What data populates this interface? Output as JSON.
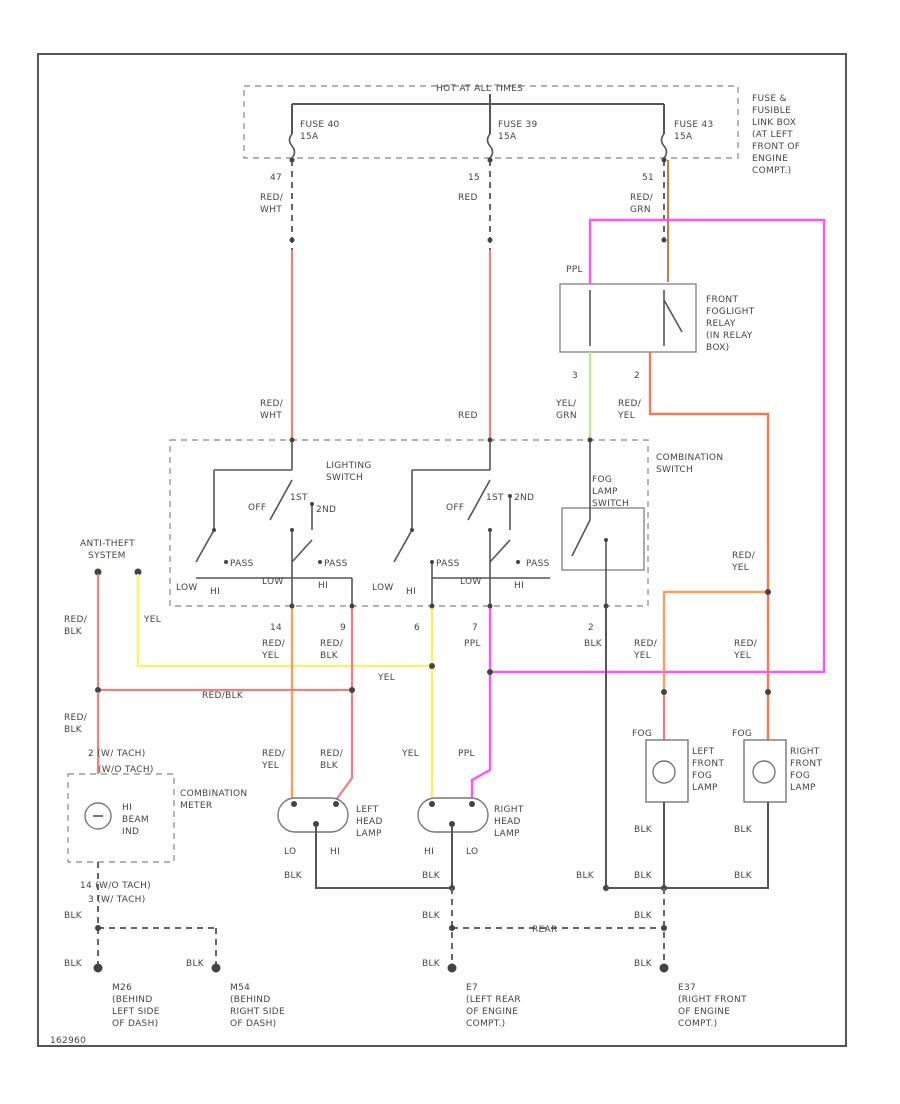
{
  "fuse_box": {
    "hot_label": "HOT AT ALL TIMES",
    "location": [
      "FUSE &",
      "FUSIBLE",
      "LINK BOX",
      "(AT LEFT",
      "FRONT OF",
      "ENGINE",
      "COMPT.)"
    ],
    "fuses": [
      {
        "name": "FUSE 40",
        "rating": "15A",
        "terminal": "47",
        "wire": [
          "RED/",
          "WHT"
        ]
      },
      {
        "name": "FUSE 39",
        "rating": "15A",
        "terminal": "15",
        "wire": [
          "RED"
        ]
      },
      {
        "name": "FUSE 43",
        "rating": "15A",
        "terminal": "51",
        "wire": [
          "RED/",
          "GRN"
        ]
      }
    ]
  },
  "relay": {
    "label": [
      "FRONT",
      "FOGLIGHT",
      "RELAY",
      "(IN RELAY",
      "BOX)"
    ],
    "ppl": "PPL",
    "pin_left": "3",
    "pin_right": "2",
    "wire_left": [
      "YEL/",
      "GRN"
    ],
    "wire_right": [
      "RED/",
      "YEL"
    ]
  },
  "combination_switch": {
    "label": [
      "COMBINATION",
      "SWITCH"
    ],
    "lighting_switch": [
      "LIGHTING",
      "SWITCH"
    ],
    "fog_switch": [
      "FOG",
      "LAMP",
      "SWITCH"
    ],
    "wire_in_left": [
      "RED/",
      "WHT"
    ],
    "wire_in_right": [
      "RED"
    ],
    "off": "OFF",
    "first": "1ST",
    "second": "2ND",
    "pass": "PASS",
    "low": "LOW",
    "hi": "HI"
  },
  "anti_theft": [
    "ANTI-THEFT",
    "SYSTEM"
  ],
  "wires": {
    "red_blk": [
      "RED/",
      "BLK"
    ],
    "yel": "YEL",
    "redblk_horizontal": "RED/BLK",
    "pins_bottom": [
      {
        "pin": "14",
        "wire": [
          "RED/",
          "YEL"
        ]
      },
      {
        "pin": "9",
        "wire": [
          "RED/",
          "BLK"
        ]
      },
      {
        "pin": "6",
        "wire": [
          "YEL"
        ]
      },
      {
        "pin": "7",
        "wire": [
          "PPL"
        ]
      },
      {
        "pin": "2",
        "wire": [
          "BLK"
        ]
      }
    ],
    "red_yel_fog": [
      "RED/",
      "YEL"
    ],
    "blk": "BLK",
    "rear": "REAR"
  },
  "meter": {
    "connector_top": "2 (W/ TACH)",
    "connector_top2": "(W/O TACH)",
    "label": [
      "COMBINATION",
      "METER"
    ],
    "lamp": [
      "HI",
      "BEAM",
      "IND"
    ],
    "connector_bottom": "14 (W/O TACH)",
    "connector_bottom2": "3 (W/ TACH)"
  },
  "lamps": {
    "left_head": [
      "LEFT",
      "HEAD",
      "LAMP"
    ],
    "right_head": [
      "RIGHT",
      "HEAD",
      "LAMP"
    ],
    "left_fog": [
      "LEFT",
      "FRONT",
      "FOG",
      "LAMP"
    ],
    "right_fog": [
      "RIGHT",
      "FRONT",
      "FOG",
      "LAMP"
    ],
    "fog_tag": "FOG",
    "lo": "LO",
    "hi": "HI"
  },
  "grounds": [
    {
      "id": "M26",
      "desc": [
        "(BEHIND",
        "LEFT SIDE",
        "OF DASH)"
      ]
    },
    {
      "id": "M54",
      "desc": [
        "(BEHIND",
        "RIGHT SIDE",
        "OF DASH)"
      ]
    },
    {
      "id": "E7",
      "desc": [
        "(LEFT REAR",
        "OF ENGINE",
        "COMPT.)"
      ]
    },
    {
      "id": "E37",
      "desc": [
        "(RIGHT FRONT",
        "OF ENGINE",
        "COMPT.)"
      ]
    }
  ],
  "figure_id": "162960"
}
